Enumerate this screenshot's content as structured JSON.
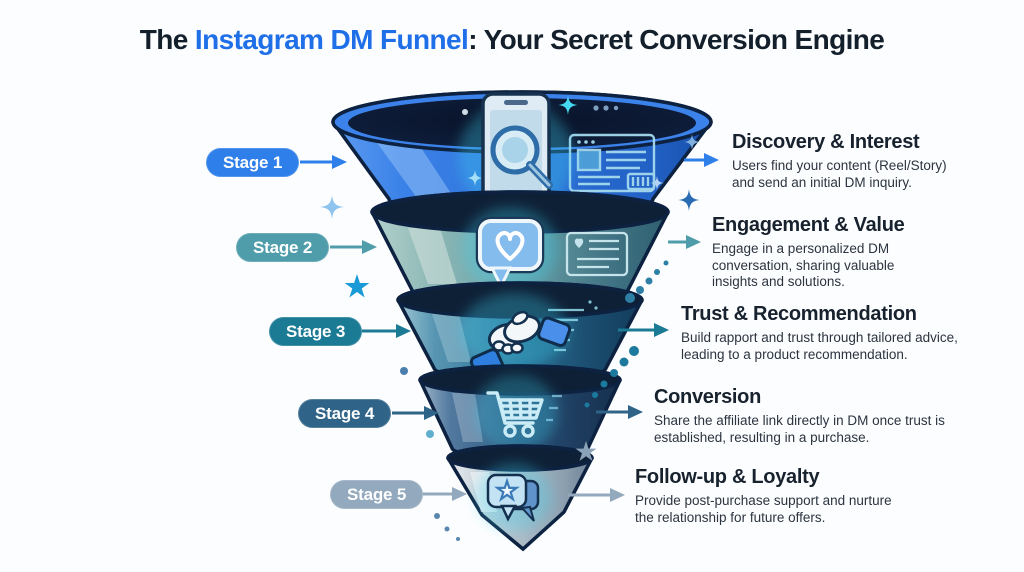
{
  "title": {
    "prefix": "The ",
    "accent": "Instagram DM Funnel",
    "suffix": ": Your Secret Conversion Engine"
  },
  "palette": {
    "background": "#fcfdfe",
    "title_text": "#141f2c",
    "title_accent": "#1f6fe8",
    "funnel_outline": "#0d2140",
    "glow": "#3fd6f2"
  },
  "stages": [
    {
      "label": "Stage 1",
      "heading": "Discovery & Interest",
      "description": "Users find your content (Reel/Story) and send an initial DM inquiry.",
      "color": "#2e7fe9",
      "segment_color": "#2e74dc",
      "icon": "phone-search-icon"
    },
    {
      "label": "Stage 2",
      "heading": "Engagement & Value",
      "description": "Engage in a personalized DM conversation, sharing valuable insights and solutions.",
      "color": "#4f9cab",
      "segment_color": "#6ba0a6",
      "icon": "heart-chat-icon"
    },
    {
      "label": "Stage 3",
      "heading": "Trust & Recommendation",
      "description": "Build rapport and trust through tailored advice, leading to a product recommendation.",
      "color": "#1b7a94",
      "segment_color": "#2a6e92",
      "icon": "handshake-icon"
    },
    {
      "label": "Stage 4",
      "heading": "Conversion",
      "description": "Share the affiliate link directly in DM once trust is established, resulting in a purchase.",
      "color": "#2f6488",
      "segment_color": "#2a5278",
      "icon": "shopping-cart-icon"
    },
    {
      "label": "Stage 5",
      "heading": "Follow-up & Loyalty",
      "description": "Provide post-purchase support and nurture the relationship for future offers.",
      "color": "#93a9bd",
      "segment_color": "#aebcc7",
      "icon": "star-chat-icon"
    }
  ],
  "decorations": [
    "sparkle-icon",
    "star-icon",
    "dots-trail"
  ]
}
